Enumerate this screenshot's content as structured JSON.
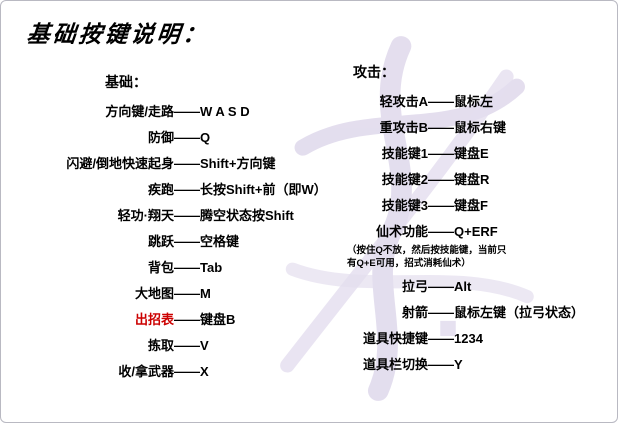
{
  "title": "基础按键说明：",
  "separator": "——",
  "columns": {
    "basics": {
      "header": "基础：",
      "items": [
        {
          "label": "方向键/走路",
          "key": "W A S D"
        },
        {
          "label": "防御",
          "key": "Q"
        },
        {
          "label": "闪避/倒地快速起身",
          "key": "Shift+方向键"
        },
        {
          "label": "疾跑",
          "key": "长按Shift+前（即W）"
        },
        {
          "label": "轻功·翔天",
          "key": "腾空状态按Shift"
        },
        {
          "label": "跳跃",
          "key": "空格键"
        },
        {
          "label": "背包",
          "key": "Tab"
        },
        {
          "label": "大地图",
          "key": "M"
        },
        {
          "label": "出招表",
          "key": "键盘B",
          "highlight": true
        },
        {
          "label": "拣取",
          "key": "V"
        },
        {
          "label": "收/拿武器",
          "key": "X"
        }
      ]
    },
    "attack": {
      "header": "攻击：",
      "items": [
        {
          "label": "轻攻击A",
          "key": "鼠标左"
        },
        {
          "label": "重攻击B",
          "key": "鼠标右键"
        },
        {
          "label": "技能键1",
          "key": "键盘E"
        },
        {
          "label": "技能键2",
          "key": "键盘R"
        },
        {
          "label": "技能键3",
          "key": "键盘F"
        },
        {
          "label": "仙术功能",
          "key": "Q+ERF",
          "note": "（按住Q不放，然后按技能键，当前只有Q+E可用，招式消耗仙术）"
        },
        {
          "label": "拉弓",
          "key": "Alt"
        },
        {
          "label": "射箭",
          "key": "鼠标左键（拉弓状态）"
        },
        {
          "label": "道具快捷键",
          "key": "1234"
        },
        {
          "label": "道具栏切换",
          "key": "Y"
        }
      ]
    }
  },
  "colors": {
    "text": "#000000",
    "highlight": "#cc0000",
    "watermark": "#c9bede"
  }
}
